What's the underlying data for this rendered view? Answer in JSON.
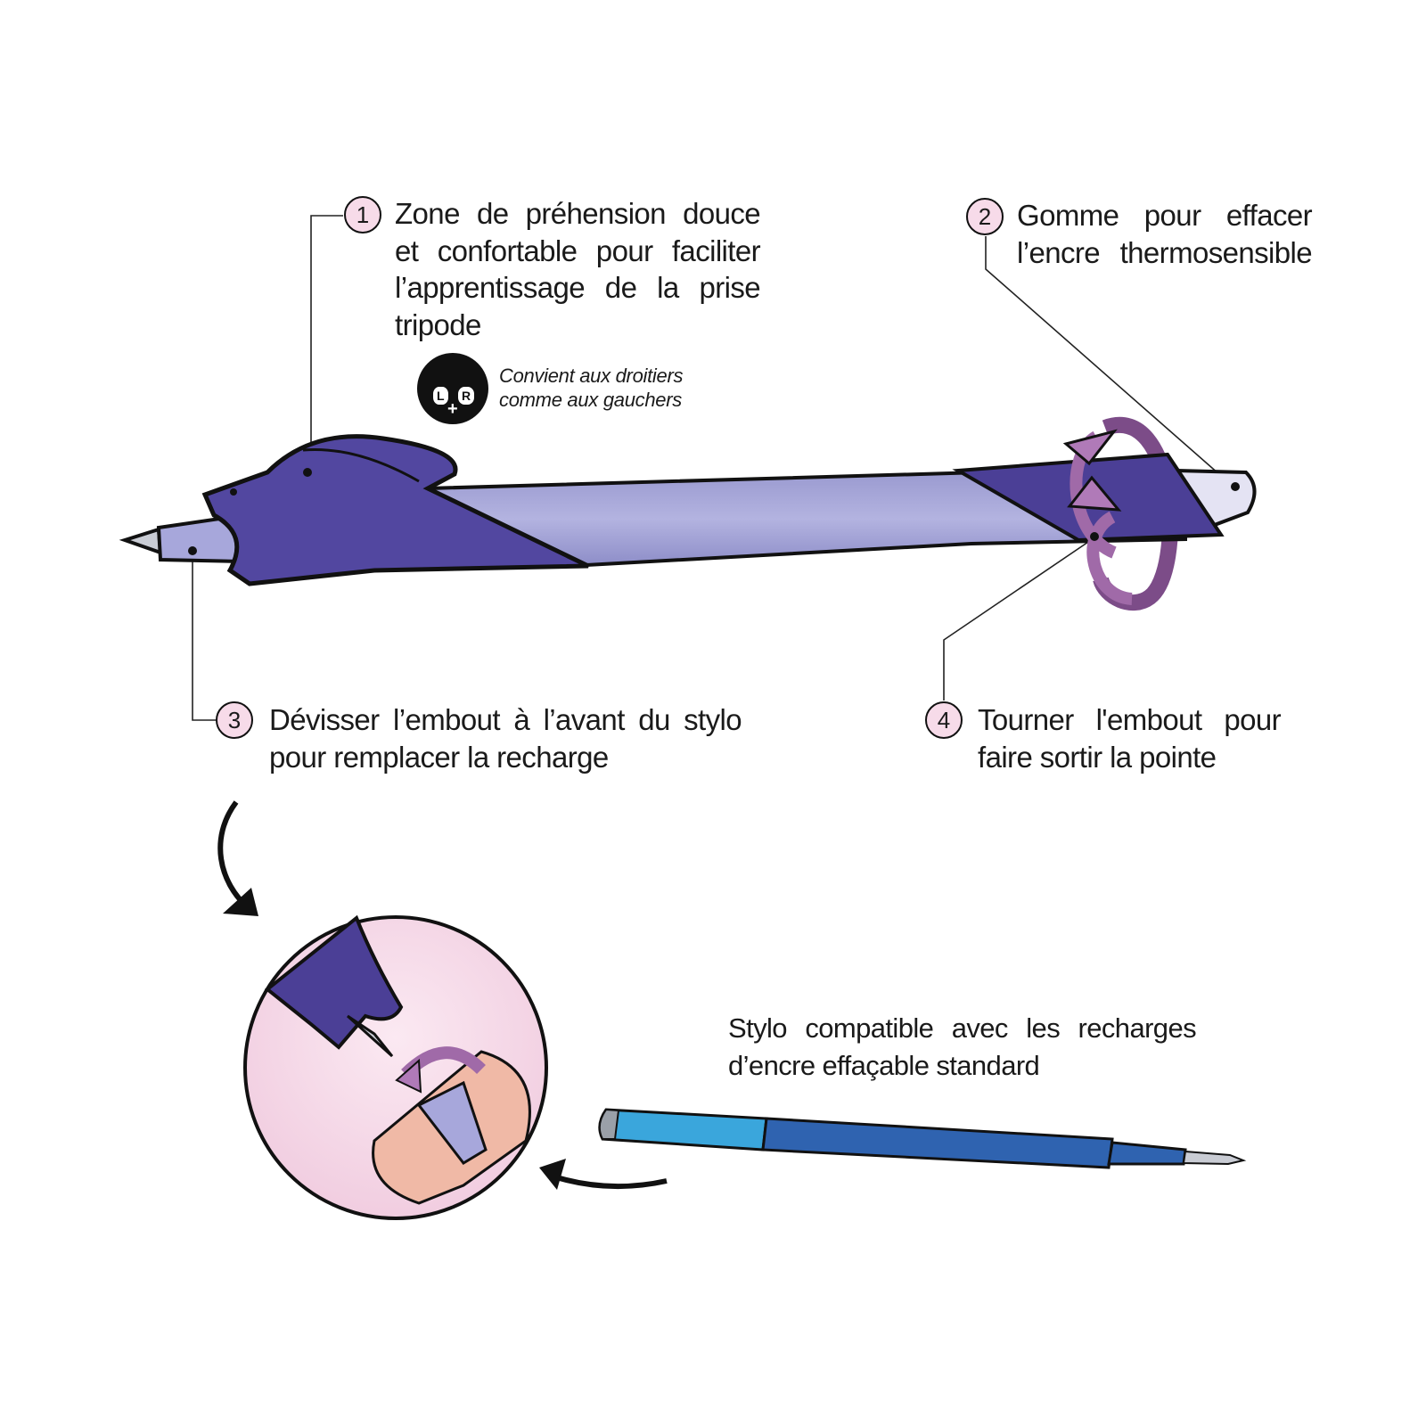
{
  "callouts": [
    {
      "number": "1",
      "lines": [
        "Zone de préhension douce",
        "et confortable pour faciliter",
        "l’apprentissage de la prise",
        "tripode"
      ]
    },
    {
      "number": "2",
      "lines": [
        "Gomme pour effacer",
        "l’encre thermosensible"
      ]
    },
    {
      "number": "3",
      "lines": [
        "Dévisser l’embout à l’avant du stylo",
        "pour remplacer la recharge"
      ]
    },
    {
      "number": "4",
      "lines": [
        "Tourner l'embout pour",
        "faire sortir la pointe"
      ]
    }
  ],
  "handedness": {
    "icon": "left-right-hands-icon",
    "icon_letters": [
      "L",
      "R",
      "+"
    ],
    "lines": [
      "Convient aux droitiers",
      "comme aux gauchers"
    ]
  },
  "refill": {
    "lines": [
      "Stylo compatible avec les recharges",
      "d’encre effaçable standard"
    ]
  },
  "colors": {
    "pen_dark": "#4b3f96",
    "pen_light": "#a3a3d6",
    "badge": "#f7dbe9",
    "arrow": "#a06aa8",
    "refill_light": "#3aa6dc",
    "refill_dark": "#2f63b0",
    "inset_bg": "#f5dbe9"
  }
}
